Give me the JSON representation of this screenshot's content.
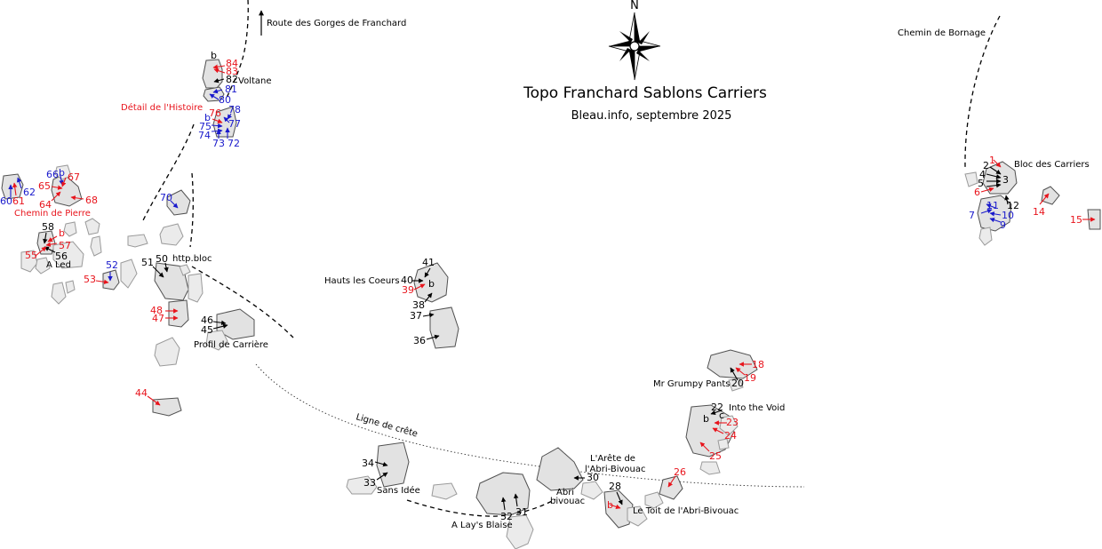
{
  "title": "Topo Franchard Sablons Carriers",
  "subtitle": "Bleau.info, septembre 2025",
  "compass_label": "N",
  "colors": {
    "black": "#000000",
    "red": "#e8141c",
    "blue": "#1a1acc",
    "rock_fill": "#e2e2e2"
  },
  "area_labels": [
    {
      "id": "route",
      "text": "Route des Gorges de Franchard",
      "color": "black"
    },
    {
      "id": "bornage",
      "text": "Chemin de Bornage",
      "color": "black"
    },
    {
      "id": "voltane",
      "text": "Voltane",
      "color": "black"
    },
    {
      "id": "histoire",
      "text": "Détail de l'Histoire",
      "color": "red"
    },
    {
      "id": "bloc-carriers",
      "text": "Bloc des Carriers",
      "color": "black"
    },
    {
      "id": "chemin-pierre",
      "text": "Chemin de Pierre",
      "color": "red"
    },
    {
      "id": "a-led",
      "text": "A Led",
      "color": "black"
    },
    {
      "id": "http-bloc",
      "text": "http.bloc",
      "color": "black"
    },
    {
      "id": "hauts-coeurs",
      "text": "Hauts les Coeurs",
      "color": "black"
    },
    {
      "id": "profil",
      "text": "Profil de Carrière",
      "color": "black"
    },
    {
      "id": "grumpy",
      "text": "Mr Grumpy Pants",
      "color": "black"
    },
    {
      "id": "into-void",
      "text": "Into the Void",
      "color": "black"
    },
    {
      "id": "ligne-crete",
      "text": "Ligne de crête",
      "color": "black"
    },
    {
      "id": "arete-1",
      "text": "L'Arête de",
      "color": "black"
    },
    {
      "id": "arete-2",
      "text": "l'Abri-Bivouac",
      "color": "black"
    },
    {
      "id": "sans-idee",
      "text": "Sans Idée",
      "color": "black"
    },
    {
      "id": "abri-1",
      "text": "Abri",
      "color": "black"
    },
    {
      "id": "abri-2",
      "text": "bivouac",
      "color": "black"
    },
    {
      "id": "toit",
      "text": "Le Toit de l'Abri-Bivouac",
      "color": "black"
    },
    {
      "id": "a-lays",
      "text": "A Lay's Blaise",
      "color": "black"
    }
  ],
  "problem_numbers": [
    {
      "n": "1",
      "c": "red"
    },
    {
      "n": "2",
      "c": "black"
    },
    {
      "n": "3",
      "c": "black"
    },
    {
      "n": "4",
      "c": "black"
    },
    {
      "n": "5",
      "c": "black"
    },
    {
      "n": "6",
      "c": "red"
    },
    {
      "n": "7",
      "c": "blue"
    },
    {
      "n": "9",
      "c": "blue"
    },
    {
      "n": "10",
      "c": "blue"
    },
    {
      "n": "11",
      "c": "blue"
    },
    {
      "n": "12",
      "c": "black"
    },
    {
      "n": "14",
      "c": "red"
    },
    {
      "n": "15",
      "c": "red"
    },
    {
      "n": "18",
      "c": "red"
    },
    {
      "n": "19",
      "c": "red"
    },
    {
      "n": "20",
      "c": "black"
    },
    {
      "n": "22",
      "c": "black"
    },
    {
      "n": "b",
      "c": "black"
    },
    {
      "n": "c",
      "c": "black"
    },
    {
      "n": "23",
      "c": "red"
    },
    {
      "n": "24",
      "c": "red"
    },
    {
      "n": "25",
      "c": "red"
    },
    {
      "n": "26",
      "c": "red"
    },
    {
      "n": "28",
      "c": "black"
    },
    {
      "n": "b",
      "c": "red"
    },
    {
      "n": "30",
      "c": "black"
    },
    {
      "n": "31",
      "c": "black"
    },
    {
      "n": "32",
      "c": "black"
    },
    {
      "n": "33",
      "c": "black"
    },
    {
      "n": "34",
      "c": "black"
    },
    {
      "n": "36",
      "c": "black"
    },
    {
      "n": "37",
      "c": "black"
    },
    {
      "n": "38",
      "c": "black"
    },
    {
      "n": "39",
      "c": "red"
    },
    {
      "n": "40",
      "c": "black"
    },
    {
      "n": "41",
      "c": "black"
    },
    {
      "n": "b",
      "c": "black"
    },
    {
      "n": "44",
      "c": "red"
    },
    {
      "n": "45",
      "c": "black"
    },
    {
      "n": "46",
      "c": "black"
    },
    {
      "n": "47",
      "c": "red"
    },
    {
      "n": "48",
      "c": "red"
    },
    {
      "n": "50",
      "c": "black"
    },
    {
      "n": "51",
      "c": "black"
    },
    {
      "n": "52",
      "c": "blue"
    },
    {
      "n": "53",
      "c": "red"
    },
    {
      "n": "55",
      "c": "red"
    },
    {
      "n": "56",
      "c": "black"
    },
    {
      "n": "57",
      "c": "red"
    },
    {
      "n": "b",
      "c": "red"
    },
    {
      "n": "58",
      "c": "black"
    },
    {
      "n": "60",
      "c": "blue"
    },
    {
      "n": "61",
      "c": "red"
    },
    {
      "n": "62",
      "c": "blue"
    },
    {
      "n": "64",
      "c": "red"
    },
    {
      "n": "65",
      "c": "red"
    },
    {
      "n": "66",
      "c": "blue"
    },
    {
      "n": "b",
      "c": "blue"
    },
    {
      "n": "67",
      "c": "red"
    },
    {
      "n": "68",
      "c": "red"
    },
    {
      "n": "70",
      "c": "blue"
    },
    {
      "n": "72",
      "c": "blue"
    },
    {
      "n": "73",
      "c": "blue"
    },
    {
      "n": "74",
      "c": "blue"
    },
    {
      "n": "75",
      "c": "blue"
    },
    {
      "n": "b",
      "c": "blue"
    },
    {
      "n": "76",
      "c": "red"
    },
    {
      "n": "77",
      "c": "blue"
    },
    {
      "n": "78",
      "c": "blue"
    },
    {
      "n": "80",
      "c": "blue"
    },
    {
      "n": "81",
      "c": "blue"
    },
    {
      "n": "82",
      "c": "black"
    },
    {
      "n": "83",
      "c": "red"
    },
    {
      "n": "84",
      "c": "red"
    },
    {
      "n": "b",
      "c": "black"
    }
  ]
}
